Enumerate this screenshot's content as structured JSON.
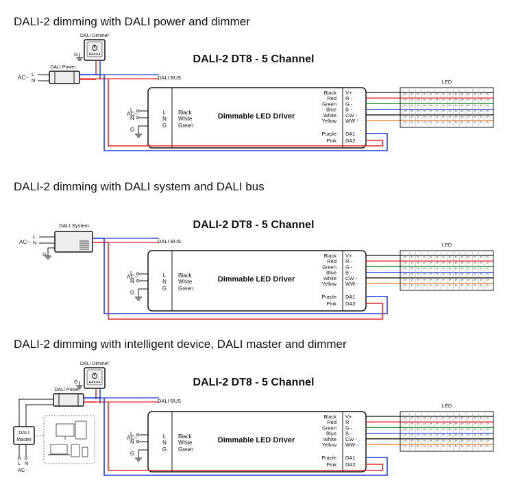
{
  "sections": [
    {
      "title": "DALI-2 dimming with DALI power and dimmer",
      "dimmer_label": "DALI Dimmer",
      "power_label": "DALI Power",
      "master_label": "",
      "system_label": ""
    },
    {
      "title": "DALI-2 dimming with DALI system and DALI bus",
      "dimmer_label": "",
      "power_label": "",
      "master_label": "",
      "system_label": "DALI System"
    },
    {
      "title": "DALI-2 dimming with intelligent device, DALI master and dimmer",
      "dimmer_label": "DALI Dimmer",
      "power_label": "DALI Power",
      "master_label": "DALI Master",
      "system_label": ""
    }
  ],
  "common": {
    "heading": "DALI-2  DT8 - 5 Channel",
    "driver_label": "Dimmable LED Driver",
    "dali_bus": "DALI BUS",
    "led_label": "LED",
    "ac": "AC~",
    "l": "L",
    "n": "N",
    "g": "G",
    "input_terminals": [
      "L",
      "N",
      "G"
    ],
    "input_wires": [
      "Black",
      "White",
      "Green"
    ],
    "output_wires": [
      "Black",
      "Red",
      "Green",
      "Blue",
      "White",
      "Yellow"
    ],
    "output_terminals": [
      "V+",
      "R -",
      "G -",
      "B -",
      "CW -",
      "WW -"
    ],
    "dali_wires": [
      "Purple",
      "Pink"
    ],
    "dali_terminals": [
      "DA1",
      "DA2"
    ]
  },
  "colors": {
    "red": "#e8262b",
    "blue": "#1f3de0",
    "green": "#1b8a2e",
    "orange": "#e8731a",
    "black": "#111111"
  }
}
